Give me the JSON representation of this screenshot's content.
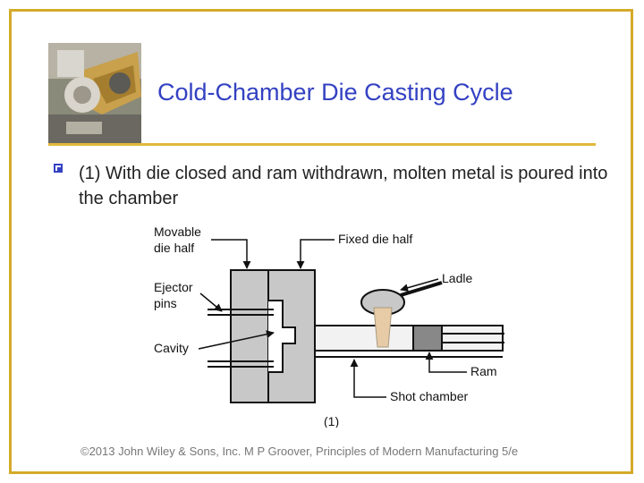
{
  "slide": {
    "title": "Cold‑Chamber Die Casting Cycle",
    "bullet_text": "(1) With die closed and ram withdrawn, molten metal is poured into the chamber",
    "bullet_icon": "square-bullet-icon",
    "footer": "©2013 John Wiley & Sons, Inc. M P Groover, Principles of Modern Manufacturing 5/e",
    "header_image": "die-casting-machine-photo"
  },
  "diagram": {
    "labels": {
      "movable_die_half": [
        "Movable",
        "die half"
      ],
      "fixed_die_half": "Fixed die half",
      "ladle": "Ladle",
      "ejector_pins": [
        "Ejector",
        "pins"
      ],
      "cavity": "Cavity",
      "ram": "Ram",
      "shot_chamber": "Shot chamber",
      "step": "(1)"
    }
  },
  "colors": {
    "frame": "#d4aa2a",
    "title": "#3341c2",
    "rule": "#e1b93a",
    "die": "#c8c8c8",
    "molten_metal": "#e6cba6"
  }
}
